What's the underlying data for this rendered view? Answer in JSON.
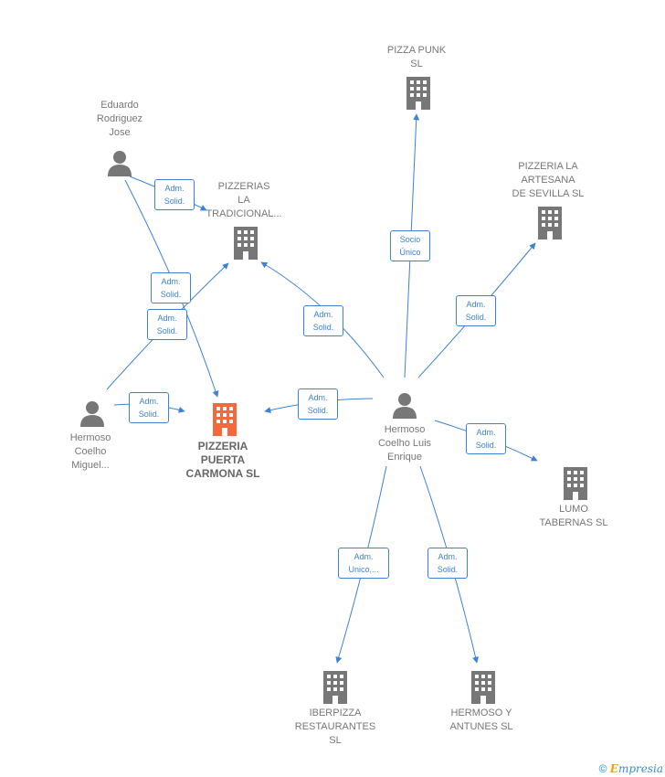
{
  "colors": {
    "edge": "#3b82d6",
    "icon": "#777777",
    "main_icon": "#f26a3b",
    "label": "#777777"
  },
  "icons": {
    "person": "person-icon",
    "company": "building-icon"
  },
  "nodes": {
    "eduardo": {
      "label": "Eduardo\nRodriguez\nJose",
      "type": "person"
    },
    "pizzerias_tradicional": {
      "label": "PIZZERIAS\nLA\nTRADICIONAL...",
      "type": "company"
    },
    "pizza_punk": {
      "label": "PIZZA PUNK\nSL",
      "type": "company"
    },
    "pizzeria_artesana": {
      "label": "PIZZERIA LA\nARTESANA\nDE SEVILLA  SL",
      "type": "company"
    },
    "hermoso_miguel": {
      "label": "Hermoso\nCoelho\nMiguel...",
      "type": "person"
    },
    "pizzeria_puerta": {
      "label": "PIZZERIA\nPUERTA\nCARMONA  SL",
      "type": "main"
    },
    "hermoso_luis": {
      "label": "Hermoso\nCoelho Luis\nEnrique",
      "type": "person"
    },
    "lumo": {
      "label": "LUMO\nTABERNAS  SL",
      "type": "company"
    },
    "iberpizza": {
      "label": "IBERPIZZA\nRESTAURANTES\nSL",
      "type": "company"
    },
    "hermoso_antunes": {
      "label": "HERMOSO Y\nANTUNES  SL",
      "type": "company"
    }
  },
  "edges": [
    {
      "id": "e1",
      "label": "Adm.\nSolid."
    },
    {
      "id": "e2",
      "label": "Adm.\nSolid."
    },
    {
      "id": "e3",
      "label": "Adm.\nSolid."
    },
    {
      "id": "e4",
      "label": "Adm.\nSolid."
    },
    {
      "id": "e5",
      "label": "Adm.\nSolid."
    },
    {
      "id": "e6",
      "label": "Socio\nÚnico"
    },
    {
      "id": "e7",
      "label": "Adm.\nSolid."
    },
    {
      "id": "e8",
      "label": "Adm.\nSolid."
    },
    {
      "id": "e9",
      "label": "Adm.\nSolid."
    },
    {
      "id": "e10",
      "label": "Adm.\nUnico,..."
    },
    {
      "id": "e11",
      "label": "Adm.\nSolid."
    }
  ],
  "footer": {
    "copyright": "©",
    "brand_first": "E",
    "brand_rest": "mpresia"
  }
}
